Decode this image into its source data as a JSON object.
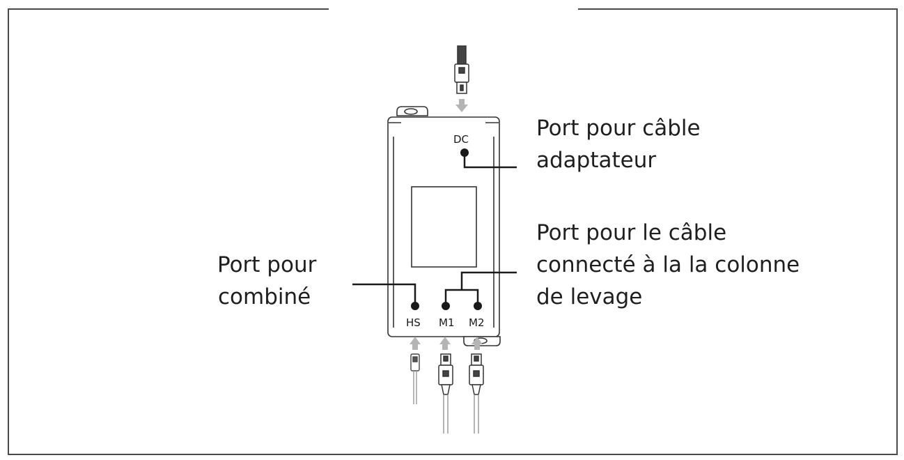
{
  "callouts": {
    "adapter_port": {
      "line1": "Port pour câble",
      "line2": "adaptateur"
    },
    "column_port": {
      "line1": "Port pour le câble",
      "line2": "connecté à la la colonne",
      "line3": "de levage"
    },
    "handset_port": {
      "line1": "Port pour",
      "line2": "combiné"
    }
  },
  "port_codes": {
    "dc": "DC",
    "hs": "HS",
    "m1": "M1",
    "m2": "M2"
  },
  "colors": {
    "frame": "#4a4a4a",
    "line": "#1a1a1a",
    "arrow": "#b5b5b5",
    "cable": "#9a9a9a",
    "text": "#1f1f1f"
  }
}
